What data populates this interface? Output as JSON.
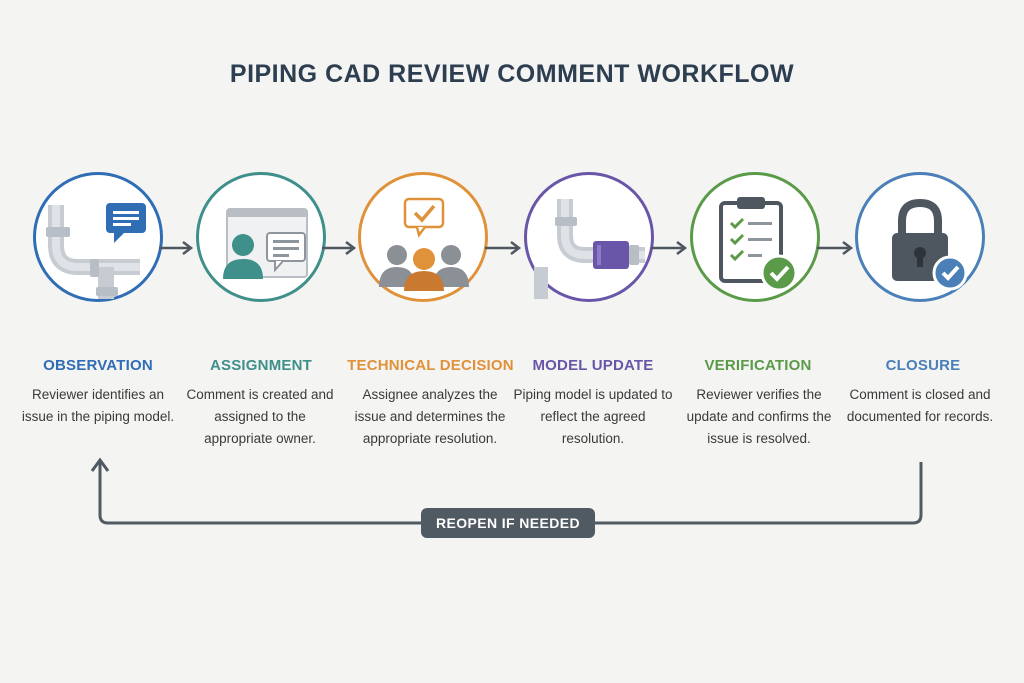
{
  "title": "PIPING CAD REVIEW COMMENT WORKFLOW",
  "steps": [
    {
      "title": "OBSERVATION",
      "desc": "Reviewer identifies an issue in the piping model.",
      "color": "#2f6db5",
      "icon": "pipe-comment-icon"
    },
    {
      "title": "ASSIGNMENT",
      "desc": "Comment is created and assigned to the appropriate owner.",
      "color": "#3f8f8a",
      "icon": "person-comment-icon"
    },
    {
      "title": "TECHNICAL DECISION",
      "desc": "Assignee analyzes the issue and determines the appropriate resolution.",
      "color": "#e0923a",
      "icon": "team-decision-icon"
    },
    {
      "title": "MODEL UPDATE",
      "desc": "Piping model is updated to reflect the agreed resolution.",
      "color": "#6a56a8",
      "icon": "pipe-update-icon"
    },
    {
      "title": "VERIFICATION",
      "desc": "Reviewer verifies the update and confirms the issue is resolved.",
      "color": "#5a9a48",
      "icon": "checklist-icon"
    },
    {
      "title": "CLOSURE",
      "desc": "Comment is closed and documented for records.",
      "color": "#4a7fb8",
      "icon": "lock-check-icon"
    }
  ],
  "loop": {
    "label": "REOPEN IF NEEDED",
    "color": "#505a63"
  }
}
